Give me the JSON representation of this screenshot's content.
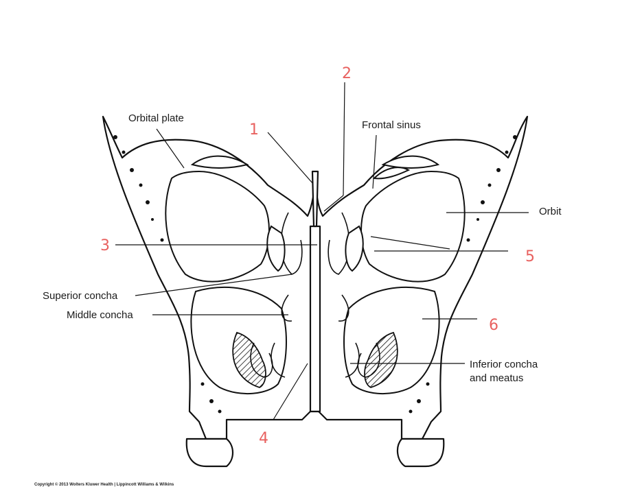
{
  "labels": {
    "orbital_plate": "Orbital plate",
    "frontal_sinus": "Frontal sinus",
    "orbit": "Orbit",
    "superior_concha": "Superior concha",
    "middle_concha": "Middle concha",
    "inferior_concha_line1": "Inferior concha",
    "inferior_concha_line2": "and meatus"
  },
  "numbers": {
    "n1": "1",
    "n2": "2",
    "n3": "3",
    "n4": "4",
    "n5": "5",
    "n6": "6"
  },
  "copyright": "Copyright © 2013 Wolters Kluwer Health | Lippincott Williams & Wilkins",
  "colors": {
    "annotation": "#e8615f",
    "ink": "#111111"
  }
}
